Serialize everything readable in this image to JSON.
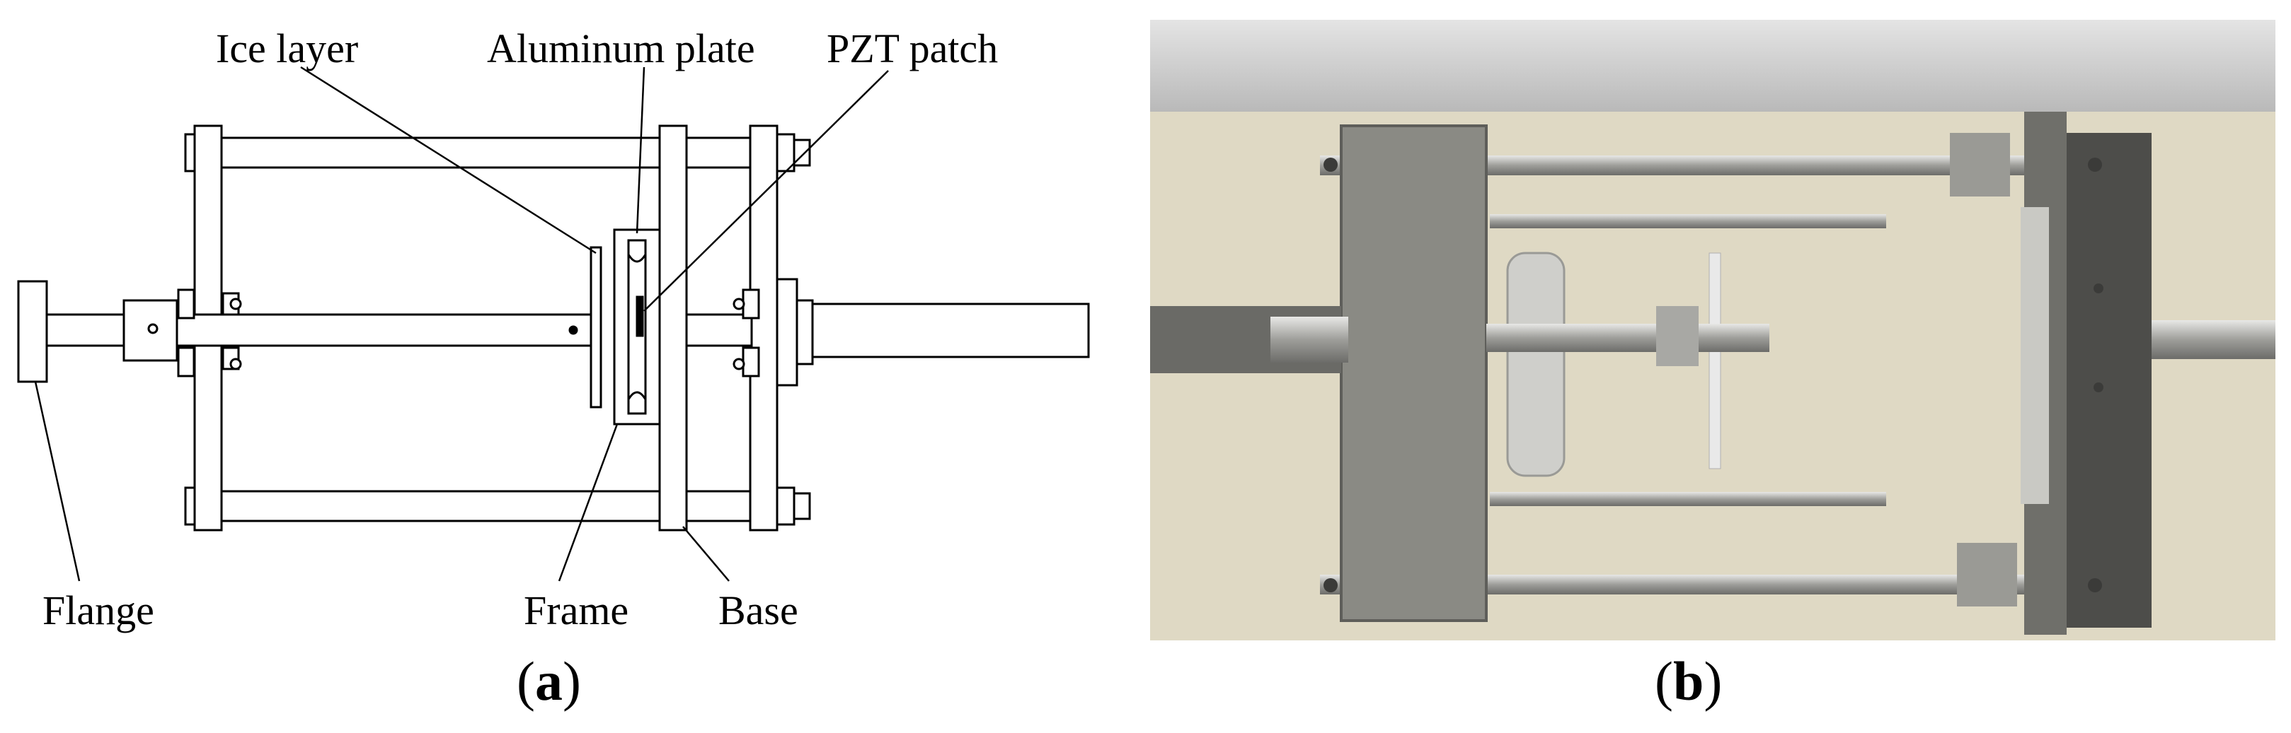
{
  "panel_a": {
    "labels": {
      "ice_layer": "Ice layer",
      "aluminum_plate": "Aluminum plate",
      "pzt_patch": "PZT patch",
      "flange": "Flange",
      "frame": "Frame",
      "base": "Base"
    },
    "caption_letter": "a"
  },
  "panel_b": {
    "caption_letter": "b"
  },
  "colors": {
    "line": "#000000",
    "wall": "#d9d9d9",
    "board": "#dfd9c4",
    "metal_plate": "#8a8a84",
    "rod": "#b8b8b5"
  }
}
